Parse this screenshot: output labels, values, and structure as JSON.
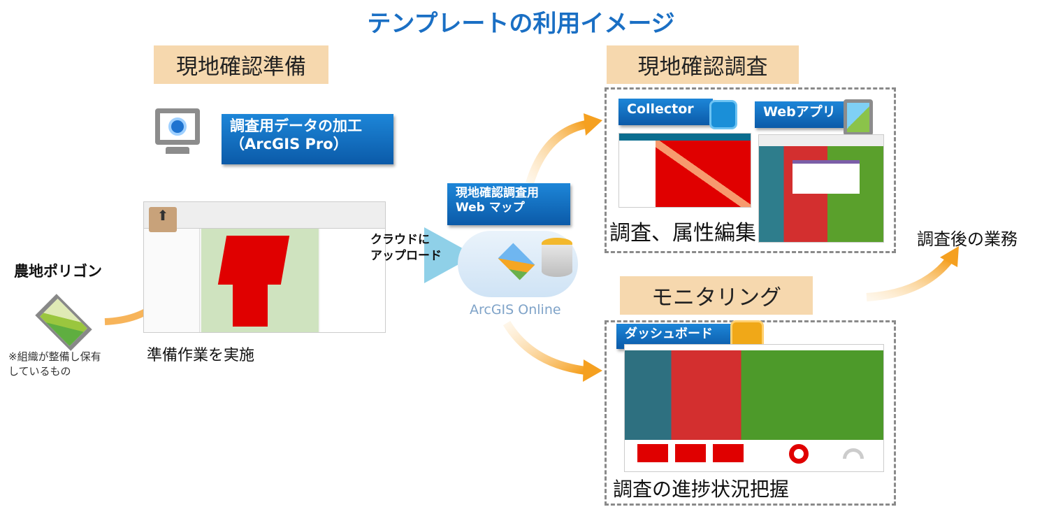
{
  "title": "テンプレートの利用イメージ",
  "prep": {
    "heading": "現地確認準備",
    "pro_label_line1": "調査用データの加工",
    "pro_label_line2": "（ArcGIS Pro）",
    "caption": "準備作業を実施"
  },
  "source": {
    "label": "農地ポリゴン",
    "note_line1": "※組織が整備し保有",
    "note_line2": "しているもの"
  },
  "upload": {
    "line1": "クラウドに",
    "line2": "アップロード"
  },
  "webmap": {
    "line1": "現地確認調査用",
    "line2": "Web マップ"
  },
  "online": {
    "label": "ArcGIS Online"
  },
  "survey": {
    "heading": "現地確認調査",
    "collector_label": "Collector",
    "webapp_label": "Webアプリ",
    "caption": "調査、属性編集"
  },
  "after": {
    "label": "調査後の業務"
  },
  "monitor": {
    "heading": "モニタリング",
    "dashboard_label": "ダッシュボード",
    "caption": "調査の進捗状況把握"
  },
  "colors": {
    "accent": "#1a6fc4",
    "tan": "#f6d8ae",
    "arrow": "#f5a623",
    "red": "#e00000"
  }
}
